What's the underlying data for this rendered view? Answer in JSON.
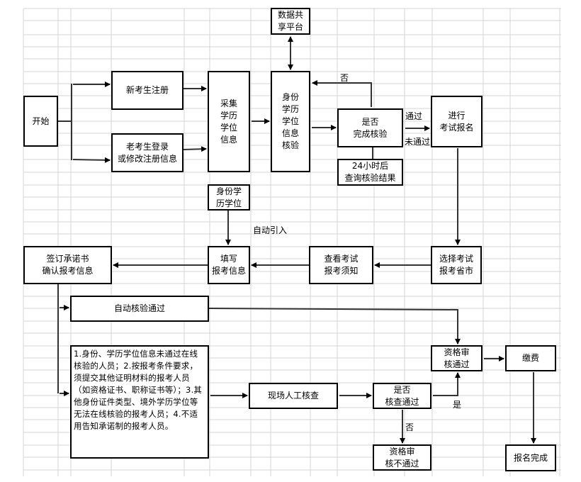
{
  "diagram": {
    "nodes": {
      "start": "开始",
      "new_register": "新考生注册",
      "old_login": "老考生登录\n或修改注册信息",
      "collect_info": "采集\n学历\n学位\n信息",
      "data_platform": "数据共\n享平台",
      "identity_verify": "身份\n学历\n学位\n信息\n核验",
      "is_verified": "是否\n完成核验",
      "query_after_24h": "24小时后\n查询核验结果",
      "exam_signup": "进行\n考试报名",
      "identity_degree": "身份学\n历学位",
      "sign_commitment": "签订承诺书\n确认报考信息",
      "fill_info": "填写\n报考信息",
      "view_notice": "查看考试\n报考须知",
      "choose_province": "选择考试\n报考省市",
      "auto_pass": "自动核验通过",
      "manual_cases": "1.身份、学历学位信息未通过在线核验的人员；2.按报考条件要求，须提交其他证明材料的报考人员（如资格证书、职称证书等）；3.其他身份证件类型、境外学历学位等无法在线核验的报考人员；4.不适用告知承诺制的报考人员。",
      "onsite_check": "现场人工核查",
      "is_check_passed": "是否\n核查通过",
      "qualification_pass": "资格审\n核通过",
      "qualification_fail": "资格审\n核不通过",
      "payment": "缴费",
      "signup_complete": "报名完成"
    },
    "edge_labels": {
      "no_top": "否",
      "pass": "通过",
      "not_pass": "未通过",
      "auto_import": "自动引入",
      "yes": "是",
      "no_bottom": "否"
    }
  }
}
